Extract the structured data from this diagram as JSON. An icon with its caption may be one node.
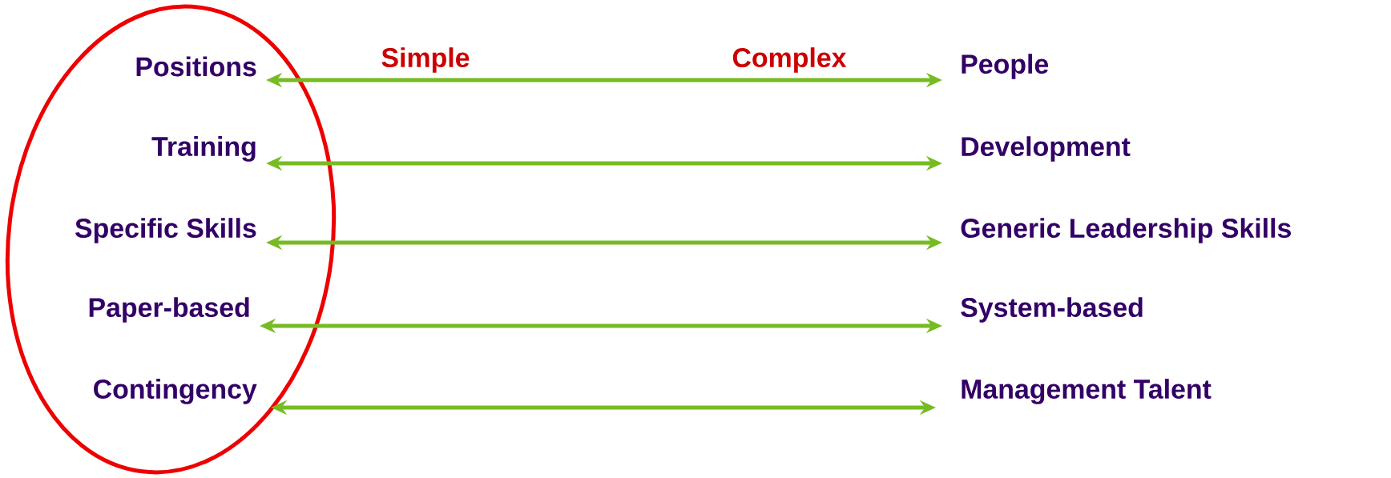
{
  "diagram": {
    "nodes": [
      {
        "text": [
          "Positions"
        ]
      },
      {
        "text": [
          "People"
        ]
      },
      {
        "text": [
          "Training"
        ]
      },
      {
        "text": [
          "Development"
        ]
      },
      {
        "text": [
          "Specific Skills"
        ]
      },
      {
        "text": [
          "Generic Leadership Skills"
        ]
      },
      {
        "text": [
          "Paper-based"
        ]
      },
      {
        "text": [
          "System-based"
        ]
      },
      {
        "text": [
          "Contingency"
        ]
      },
      {
        "text": [
          "Management Talent"
        ]
      }
    ],
    "edges": [
      {
        "from": 0,
        "to": 1,
        "arrow": "both"
      },
      {
        "from": 2,
        "to": 3,
        "arrow": "both"
      },
      {
        "from": 4,
        "to": 5,
        "arrow": "both"
      },
      {
        "from": 6,
        "to": 7,
        "arrow": "both"
      },
      {
        "from": 8,
        "to": 9,
        "arrow": "both"
      }
    ],
    "labels": [
      "Simple",
      "Complex"
    ]
  }
}
